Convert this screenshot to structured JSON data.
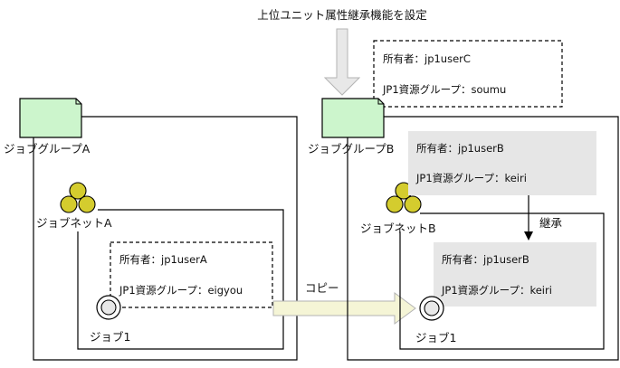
{
  "title": "上位ユニット属性継承機能を設定",
  "left": {
    "jobgroup_label": "ジョブグループA",
    "jobnet_label": "ジョブネットA",
    "job_label": "ジョブ1",
    "owner_text": "所有者：jp1userA",
    "resource_text": "JP1資源グループ：eigyou"
  },
  "copy_label": "コピー",
  "right": {
    "jobgroup_label": "ジョブグループB",
    "jobnet_label": "ジョブネットB",
    "job_label": "ジョブ1",
    "top_owner_text": "所有者：jp1userC",
    "top_resource_text": "JP1資源グループ：soumu",
    "group_owner_text": "所有者：jp1userB",
    "group_resource_text": "JP1資源グループ：keiri",
    "inherit_label": "継承",
    "job_owner_text": "所有者：jp1userB",
    "job_resource_text": "JP1資源グループ：keiri"
  },
  "colors": {
    "folder_fill": "#ccf5cc",
    "jobnet_circle": "#d4cc2e",
    "gray_box": "#e6e6e6",
    "copy_arrow": "#f5f5d6",
    "title_arrow": "#e8e8e8"
  },
  "icons": {
    "jobgroup": "folder-icon",
    "jobnet": "three-circles-icon",
    "job": "double-circle-icon"
  }
}
